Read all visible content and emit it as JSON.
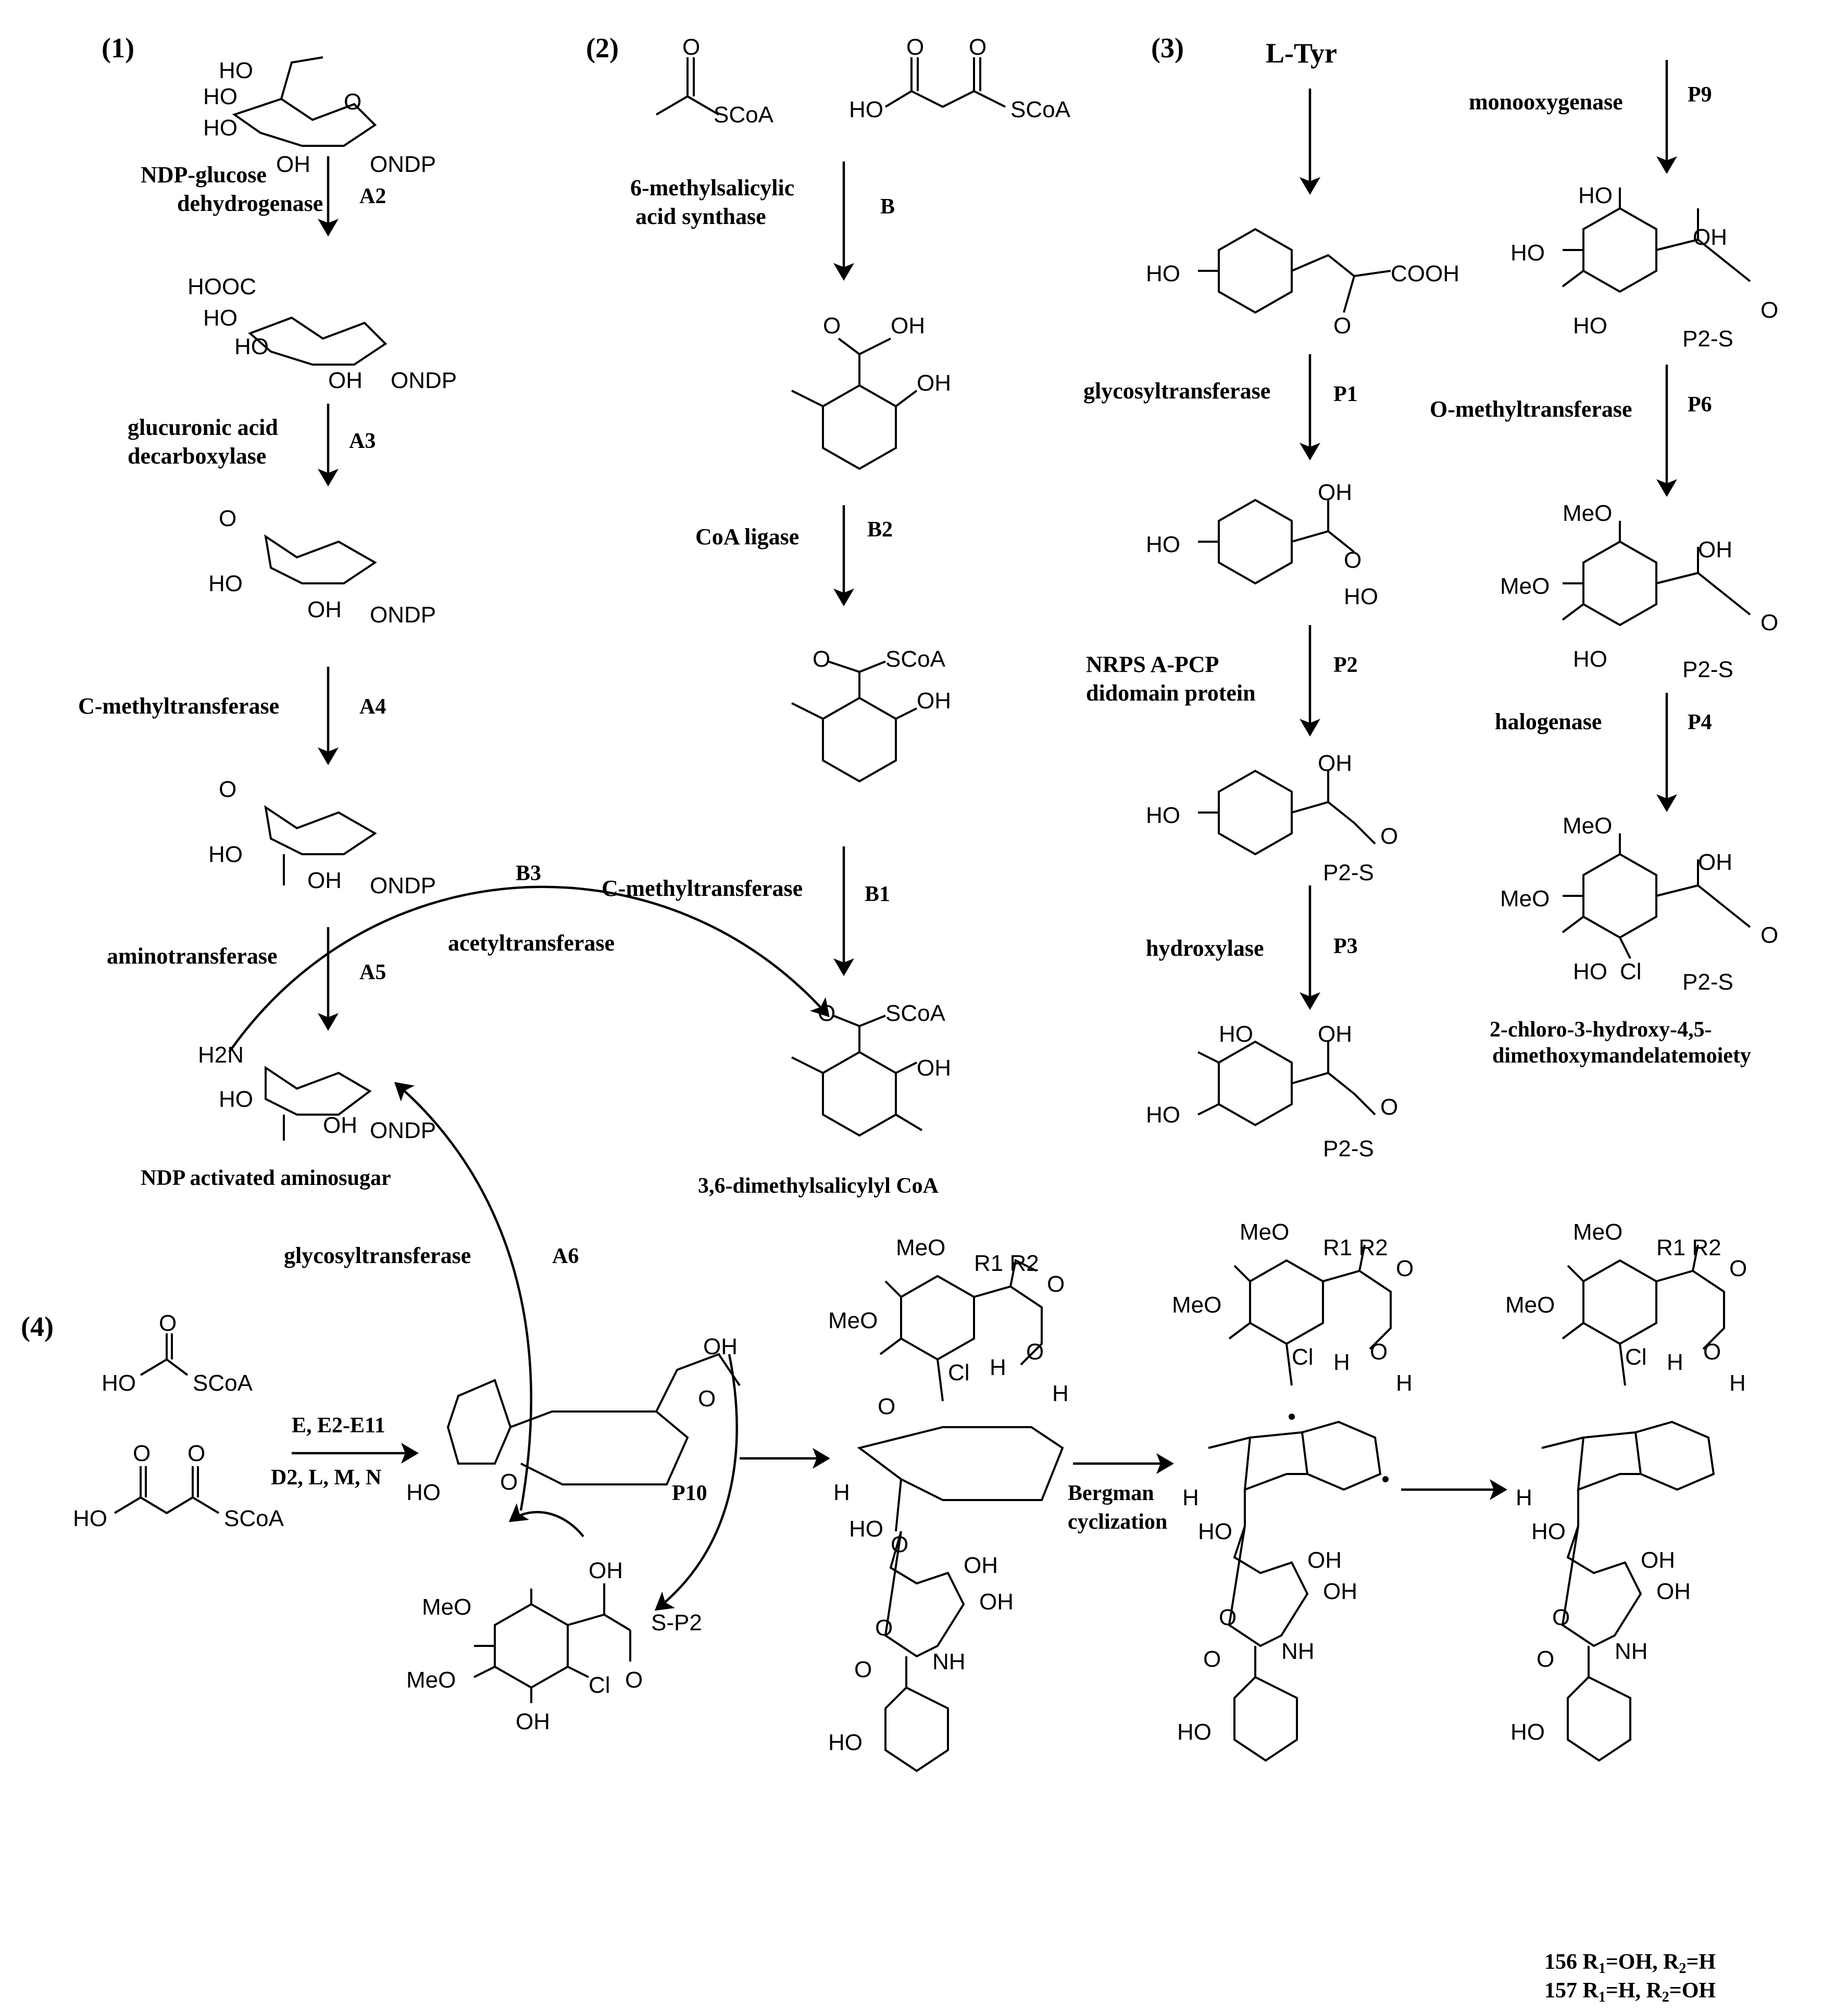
{
  "sections": [
    "(1)",
    "(2)",
    "(3)",
    "(4)"
  ],
  "start_material": "L-Tyr",
  "pathway1": {
    "steps": [
      {
        "enzyme": "NDP-glucose",
        "enzyme2": "dehydrogenase",
        "code": "A2"
      },
      {
        "enzyme": "glucuronic acid",
        "enzyme2": "decarboxylase",
        "code": "A3"
      },
      {
        "enzyme": "C-methyltransferase",
        "code": "A4"
      },
      {
        "enzyme": "aminotransferase",
        "code": "A5"
      }
    ],
    "product": "NDP activated aminosugar"
  },
  "pathway2": {
    "steps": [
      {
        "enzyme": "6-methylsalicylic",
        "enzyme2": "acid synthase",
        "code": "B"
      },
      {
        "enzyme": "CoA ligase",
        "code": "B2"
      },
      {
        "enzyme": "C-methyltransferase",
        "code": "B1"
      }
    ],
    "product": "3,6-dimethylsalicylyl CoA",
    "transfer": {
      "enzyme": "acetyltransferase",
      "code": "B3"
    }
  },
  "pathway3": {
    "steps": [
      {
        "enzyme": "glycosyltransferase",
        "code": "P1"
      },
      {
        "enzyme": "NRPS A-PCP",
        "enzyme2": "didomain protein",
        "code": "P2"
      },
      {
        "enzyme": "hydroxylase",
        "code": "P3"
      },
      {
        "enzyme": "monooxygenase",
        "code": "P9"
      },
      {
        "enzyme": "O-methyltransferase",
        "code": "P6"
      },
      {
        "enzyme": "halogenase",
        "code": "P4"
      }
    ],
    "product_line1": "2-chloro-3-hydroxy-4,5-",
    "product_line2": "dimethoxymandelatemoiety"
  },
  "pathway4": {
    "enzymes_above": "E, E2-E11",
    "enzymes_below": "D2, L, M, N",
    "glycosylation": {
      "enzyme": "glycosyltransferase",
      "code": "A6"
    },
    "coupling_code": "P10",
    "cyclization_line1": "Bergman",
    "cyclization_line2": "cyclization"
  },
  "final_products": [
    {
      "id": "156",
      "r1": "OH",
      "r2": "H"
    },
    {
      "id": "157",
      "r1": "H",
      "r2": "OH"
    }
  ],
  "atom_labels": {
    "ho": "HO",
    "oh": "OH",
    "o": "O",
    "ondp": "ONDP",
    "hooc": "HOOC",
    "scoa": "SCoA",
    "cooh": "COOH",
    "p2s": "P2-S",
    "sp2": "S-P2",
    "meo": "MeO",
    "cl": "Cl",
    "h2n": "H2N",
    "nh": "NH",
    "h": "H",
    "r1r2": "R1 R2"
  }
}
